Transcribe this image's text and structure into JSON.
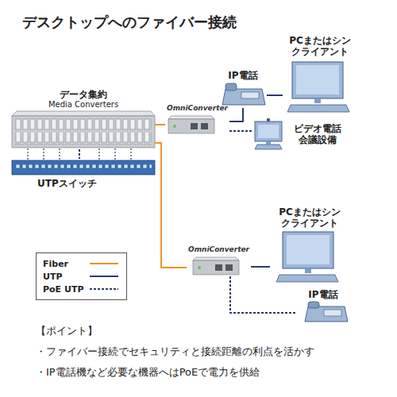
{
  "diagram": {
    "title": "デスクトップへのファイバー接続",
    "nodes": [
      {
        "text": [
          "データ集約",
          "Media Converters"
        ]
      },
      {
        "text": [
          "UTPスイッチ"
        ]
      },
      {
        "text": [
          "OmniConverter"
        ]
      },
      {
        "text": [
          "IP電話"
        ]
      },
      {
        "text": [
          "PCまたはシン クライアント"
        ]
      },
      {
        "text": [
          "ビデオ電話 会議設備"
        ]
      },
      {
        "text": [
          "OmniConverter"
        ]
      },
      {
        "text": [
          "PCまたはシン クライアント"
        ]
      },
      {
        "text": [
          "IP電話"
        ]
      }
    ],
    "edges": [
      {
        "from": 0,
        "to": 2,
        "arrow": "none"
      },
      {
        "from": 0,
        "to": 6,
        "arrow": "none"
      },
      {
        "from": 0,
        "to": 1,
        "arrow": "none"
      },
      {
        "from": 2,
        "to": 3,
        "arrow": "none"
      },
      {
        "from": 2,
        "to": 5,
        "arrow": "none"
      },
      {
        "from": 3,
        "to": 4,
        "arrow": "none"
      },
      {
        "from": 6,
        "to": 7,
        "arrow": "none"
      },
      {
        "from": 6,
        "to": 8,
        "arrow": "none"
      }
    ],
    "labels": [
      "【ポイント】",
      "・ファイバー接続でセキュリティと接続距離の利点を活かす",
      "・IP電話機など必要な機器へはPoEで電力を供給"
    ],
    "legend": [
      {
        "text": "Fiber"
      },
      {
        "text": "UTP"
      },
      {
        "text": "PoE UTP"
      }
    ]
  }
}
